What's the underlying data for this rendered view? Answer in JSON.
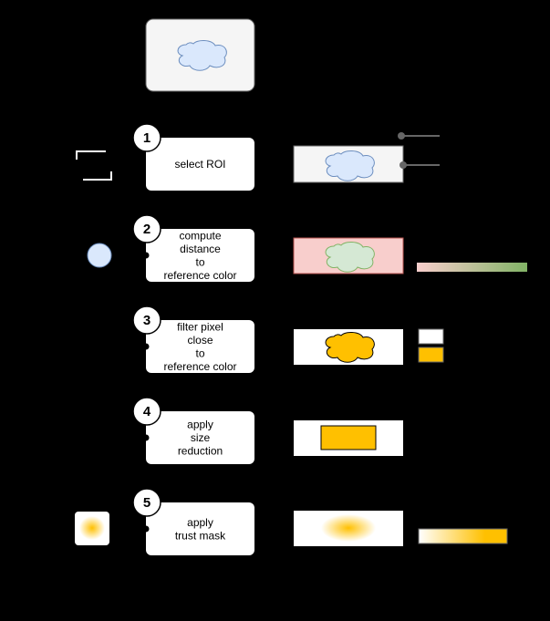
{
  "steps": [
    {
      "number": "1",
      "label_lines": [
        "select ROI"
      ]
    },
    {
      "number": "2",
      "label_lines": [
        "compute",
        "distance",
        "to",
        "reference color"
      ]
    },
    {
      "number": "3",
      "label_lines": [
        "filter pixel",
        "close",
        "to",
        "reference color"
      ]
    },
    {
      "number": "4",
      "label_lines": [
        "apply",
        "size",
        "reduction"
      ]
    },
    {
      "number": "5",
      "label_lines": [
        "apply",
        "trust mask"
      ]
    }
  ],
  "colors": {
    "background": "#000000",
    "card": "#ffffff",
    "input_card": "#f5f5f5",
    "cloud_blue_fill": "#dae8fc",
    "cloud_blue_stroke": "#6c8ebf",
    "cloud_green_fill": "#d5e8d4",
    "cloud_green_stroke": "#82b366",
    "distance_bg": "#f8cecc",
    "distance_stroke": "#b85450",
    "mask_orange": "#ffc000",
    "gradient_green": "#82b366",
    "gradient_pink": "#f8cecc",
    "connector_gray": "#666666"
  },
  "icons": {
    "input_image": "cloud-image-icon",
    "roi": "roi-bracket-icon",
    "reference_color": "reference-color-swatch-icon",
    "trust_mask": "trust-mask-thumbnail-icon"
  }
}
